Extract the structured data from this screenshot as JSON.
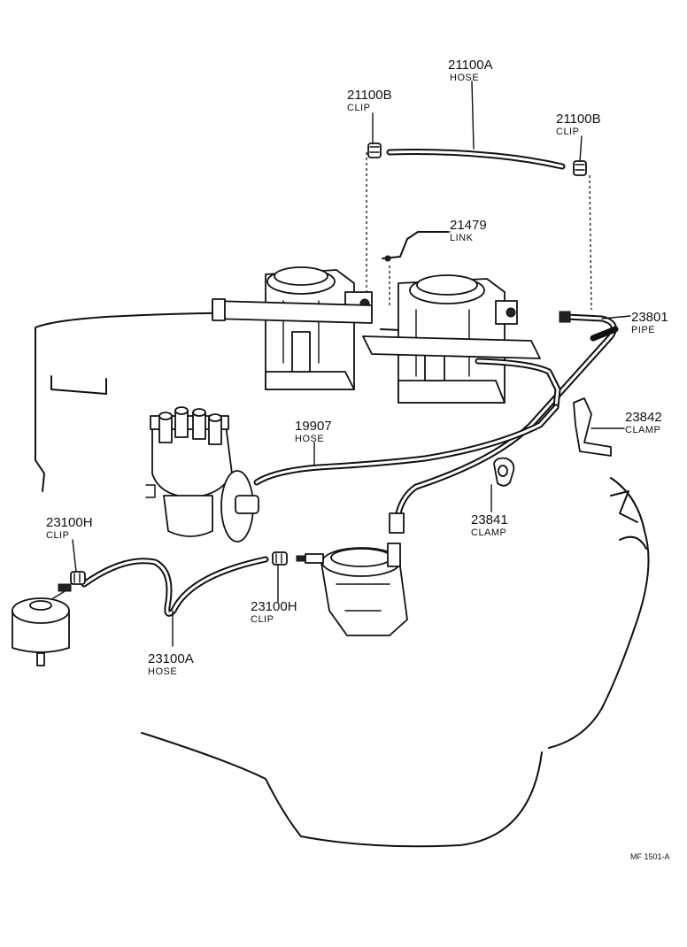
{
  "callouts": {
    "hose_21100A": {
      "number": "21100A",
      "name": "HOSE"
    },
    "clip_21100B_left": {
      "number": "21100B",
      "name": "CLIP"
    },
    "clip_21100B_right": {
      "number": "21100B",
      "name": "CLIP"
    },
    "link_21479": {
      "number": "21479",
      "name": "LINK"
    },
    "pipe_23801": {
      "number": "23801",
      "name": "PIPE"
    },
    "clamp_23842": {
      "number": "23842",
      "name": "CLAMP"
    },
    "hose_19907": {
      "number": "19907",
      "name": "HOSE"
    },
    "clamp_23841": {
      "number": "23841",
      "name": "CLAMP"
    },
    "clip_23100H_left": {
      "number": "23100H",
      "name": "CLIP"
    },
    "clip_23100H_mid": {
      "number": "23100H",
      "name": "CLIP"
    },
    "hose_23100A": {
      "number": "23100A",
      "name": "HOSE"
    }
  },
  "figure_code": "MF 1501-A"
}
